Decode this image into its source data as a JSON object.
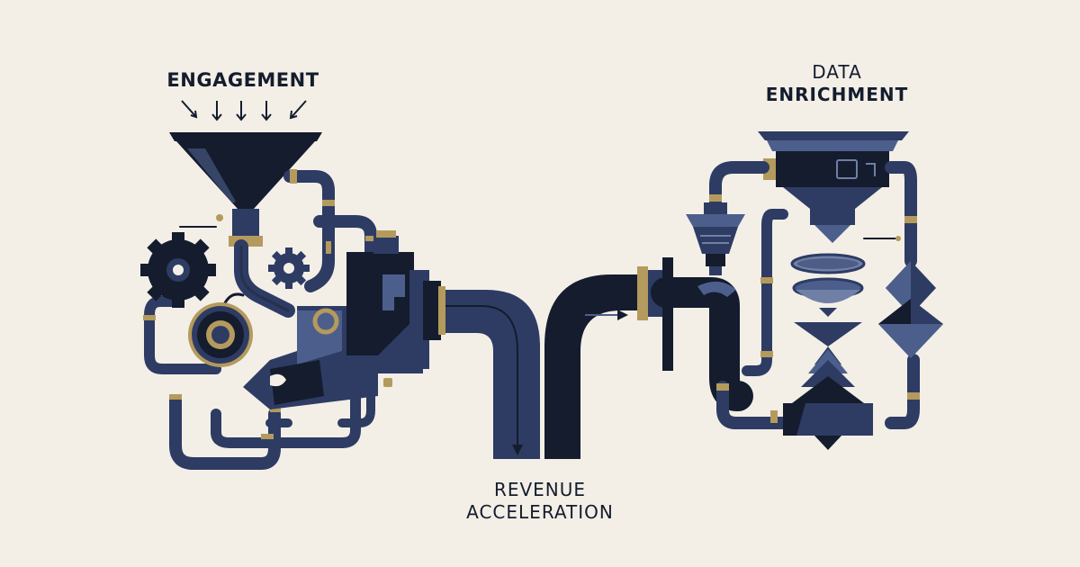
{
  "labels": {
    "engagement": "ENGAGEMENT",
    "data_enrichment_line1": "DATA",
    "data_enrichment_line2": "ENRICHMENT",
    "revenue_line1": "REVENUE",
    "revenue_line2": "ACCELERATION"
  },
  "colors": {
    "background": "#f3efe7",
    "navy_dark": "#141c2e",
    "navy": "#2e3c64",
    "slate": "#4c5f8c",
    "slate_light": "#6f7fa6",
    "brass": "#b49a5c"
  },
  "icons": [
    "funnel-icon",
    "gear-icon",
    "pipe-icon",
    "filter-icon",
    "arrow-down-icon"
  ]
}
